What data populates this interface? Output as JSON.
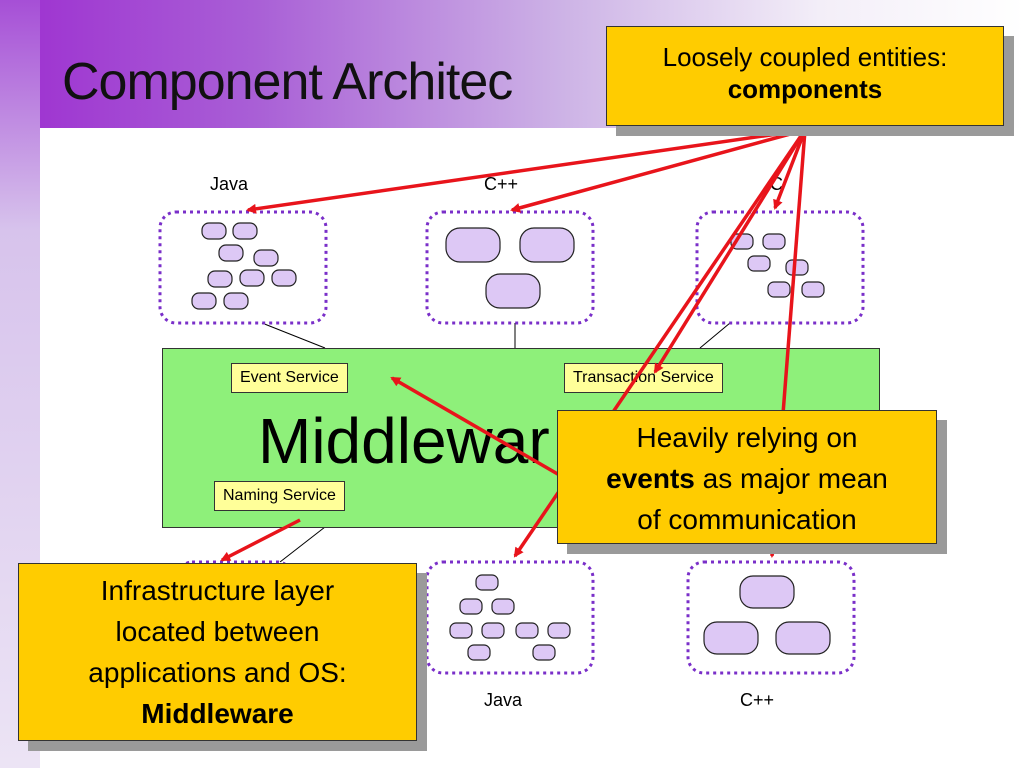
{
  "title": "Component Architec",
  "components": {
    "top": [
      {
        "lang": "Java",
        "nodes": "small"
      },
      {
        "lang": "C++",
        "nodes": "large"
      },
      {
        "lang": "C",
        "nodes": "small"
      }
    ],
    "bottom": [
      {
        "lang": "Java",
        "nodes": "small"
      },
      {
        "lang": "C++",
        "nodes": "large"
      }
    ]
  },
  "middleware": {
    "label": "Middlewar",
    "services": {
      "event": "Event Service",
      "transaction": "Transaction Service",
      "naming": "Naming Service"
    }
  },
  "callouts": {
    "components": {
      "line1": "Loosely coupled entities:",
      "bold": "components"
    },
    "events": {
      "line1": "Heavily relying on",
      "bold": "events",
      "rest": " as major mean",
      "line3": "of communication"
    },
    "middleware": {
      "line1": "Infrastructure layer",
      "line2": "located between",
      "line3": "applications and OS:",
      "bold": "Middleware"
    }
  },
  "colors": {
    "arrow": "#e8141b",
    "middleware_fill": "#8ef07a",
    "callout_fill": "#ffcc00",
    "service_fill": "#ffff99",
    "node_fill": "#ddc8f5",
    "component_border": "#7a2fc9"
  }
}
